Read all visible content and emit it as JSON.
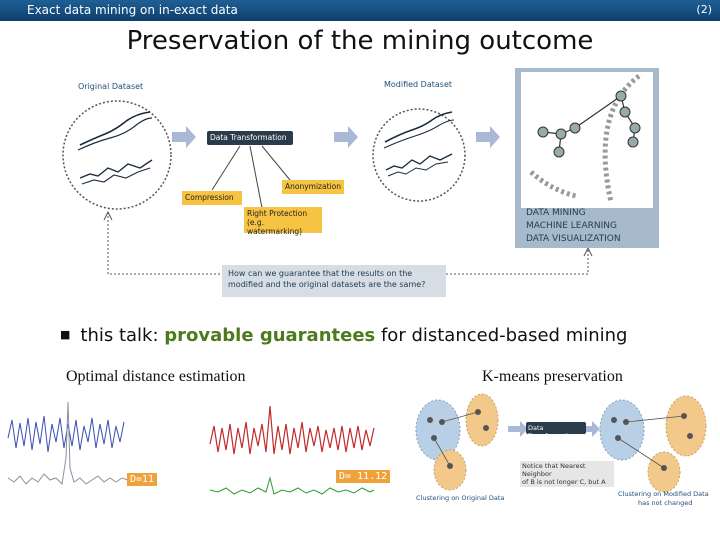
{
  "header": {
    "section_title": "Exact data mining on in-exact data",
    "page_number": "(2)"
  },
  "slide": {
    "title": "Preservation of the mining outcome"
  },
  "diagram": {
    "original_dataset_label": "Original Dataset",
    "modified_dataset_label": "Modified Dataset",
    "data_transformation": "Data Transformation",
    "compression": "Compression",
    "anonymization": "Anonymization",
    "right_protection_line1": "Right Protection",
    "right_protection_line2": "(e.g. watermarking)",
    "question_line1": "How can we guarantee that the results on the",
    "question_line2": "modified and the original datasets are the same?",
    "panel_captions": [
      "DATA MINING",
      "MACHINE LEARNING",
      "DATA VISUALIZATION"
    ]
  },
  "bullet": {
    "prefix": "this talk: ",
    "highlight": "provable guarantees",
    "suffix": " for distanced-based mining"
  },
  "left_section": {
    "title": "Optimal distance estimation",
    "tag1": "D=11",
    "tag2": "D= 11.12"
  },
  "right_section": {
    "title": "K-means preservation",
    "data_transformation": "Data Transformation",
    "caption_left": "Clustering on Original Data",
    "caption_right": "Clustering on Modified Data",
    "caption_right_sub": "has not changed",
    "note_line1": "Notice that Nearest Neighbor",
    "note_line2": "of B is not longer C, but A"
  },
  "colors": {
    "header_bar": "#0e3f6c",
    "highlight": "#4e7a1e",
    "accent_orange": "#f0a23a",
    "yellow_box": "#f6c343"
  }
}
